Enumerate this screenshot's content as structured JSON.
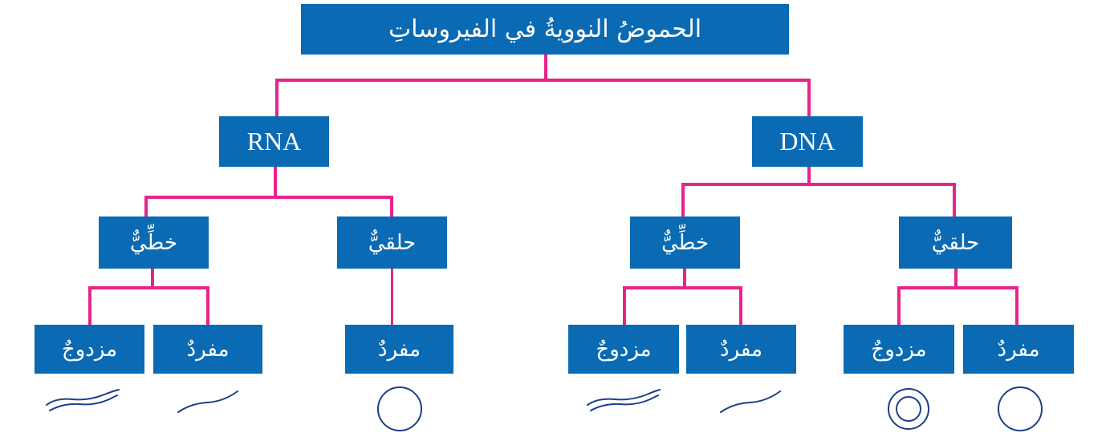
{
  "colors": {
    "box": "#0a6ab3",
    "connector": "#e8238c",
    "icon": "#1b3f8c"
  },
  "root": {
    "label": "الحموضُ النوويةُ في الفيروساتِ"
  },
  "rna": {
    "label": "RNA",
    "linear": {
      "label": "خطِّيٌّ",
      "double": "مزدوجٌ",
      "single": "مفردٌ"
    },
    "circular": {
      "label": "حلقيٌّ",
      "single": "مفردٌ"
    }
  },
  "dna": {
    "label": "DNA",
    "linear": {
      "label": "خطِّيٌّ",
      "double": "مزدوجٌ",
      "single": "مفردٌ"
    },
    "circular": {
      "label": "حلقيٌّ",
      "double": "مزدوجٌ",
      "single": "مفردٌ"
    }
  },
  "icons": [
    "double-strand-icon",
    "single-strand-icon",
    "single-circle-icon",
    "double-strand-icon",
    "single-strand-icon",
    "double-circle-icon",
    "single-circle-icon"
  ]
}
